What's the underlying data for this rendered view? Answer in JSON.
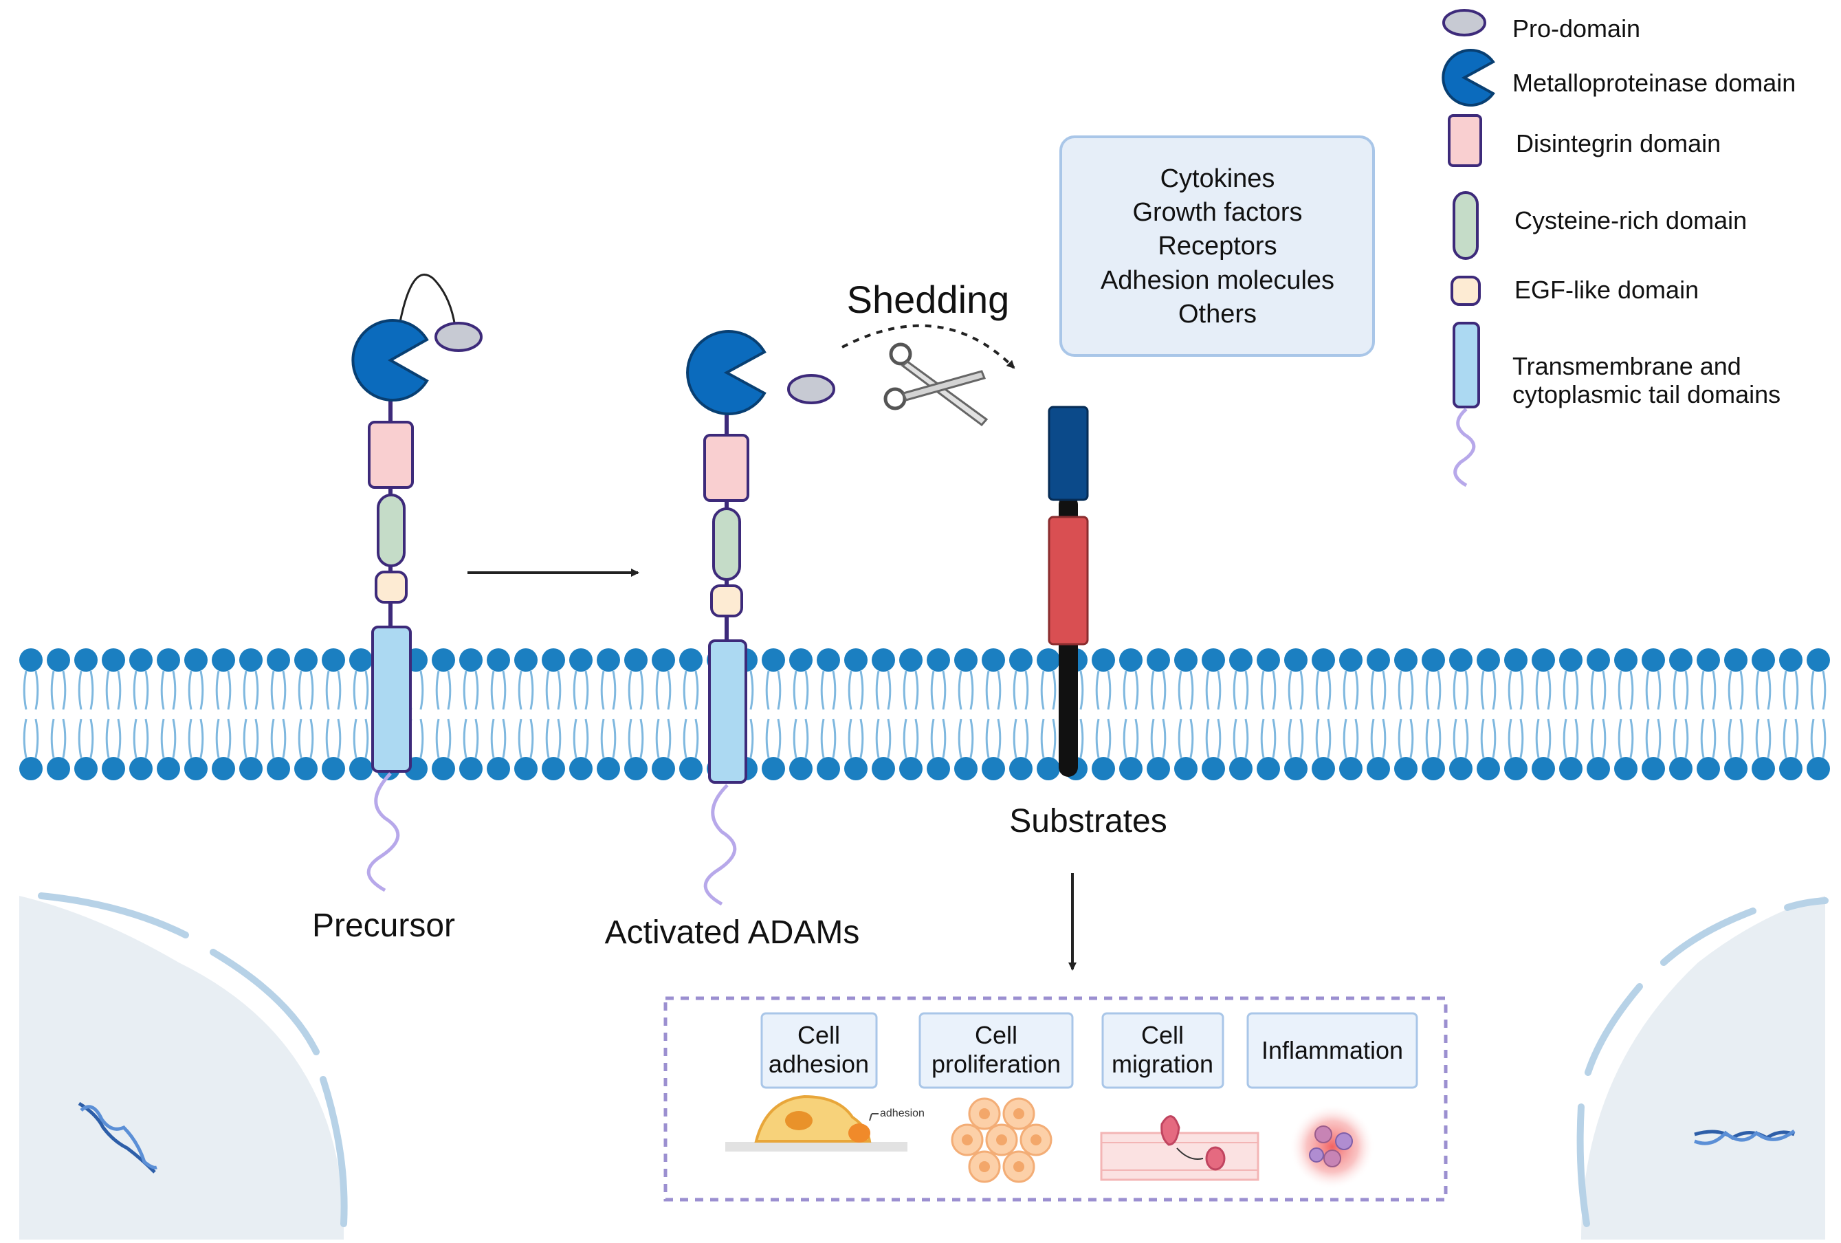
{
  "legend": {
    "items": [
      {
        "label": "Pro-domain",
        "icon": "pro-domain-ellipse",
        "color": "#c7cad3"
      },
      {
        "label": "Metalloproteinase domain",
        "icon": "pacman",
        "color": "#0b6bbd"
      },
      {
        "label": "Disintegrin domain",
        "icon": "pink-rect",
        "color": "#f9cfd0"
      },
      {
        "label": "Cysteine-rich domain",
        "icon": "green-capsule",
        "color": "#c5dcc8"
      },
      {
        "label": "EGF-like domain",
        "icon": "cream-square",
        "color": "#fdebd3"
      },
      {
        "label": "Transmembrane and",
        "label2": "cytoplasmic tail domains",
        "icon": "blue-capsule-with-tail",
        "color": "#acd9f2"
      }
    ]
  },
  "labels": {
    "precursor": "Precursor",
    "activated": "Activated ADAMs",
    "shedding": "Shedding",
    "substrates": "Substrates"
  },
  "substrate_box": {
    "lines": [
      "Cytokines",
      "Growth factors",
      "Receptors",
      "Adhesion molecules",
      "Others"
    ]
  },
  "outcomes": [
    {
      "line1": "Cell",
      "line2": "adhesion",
      "icon": "adhered-cell",
      "annotation": "adhesion"
    },
    {
      "line1": "Cell",
      "line2": "proliferation",
      "icon": "cell-cluster"
    },
    {
      "line1": "Cell",
      "line2": "migration",
      "icon": "migrating-cell-vessel"
    },
    {
      "line1": "Inflammation",
      "line2": "",
      "icon": "inflamed-cells"
    }
  ],
  "colors": {
    "membrane_head": "#1b7fc1",
    "membrane_tail": "#7fb8df",
    "linker": "#3d2a7a",
    "substrate_top": "#0b4a8a",
    "substrate_mid": "#d94f52",
    "substrate_stalk": "#111111",
    "dashed_box": "#9b8fd0",
    "cell_fill": "#e8eef3",
    "cell_border": "#b7d2e7"
  }
}
